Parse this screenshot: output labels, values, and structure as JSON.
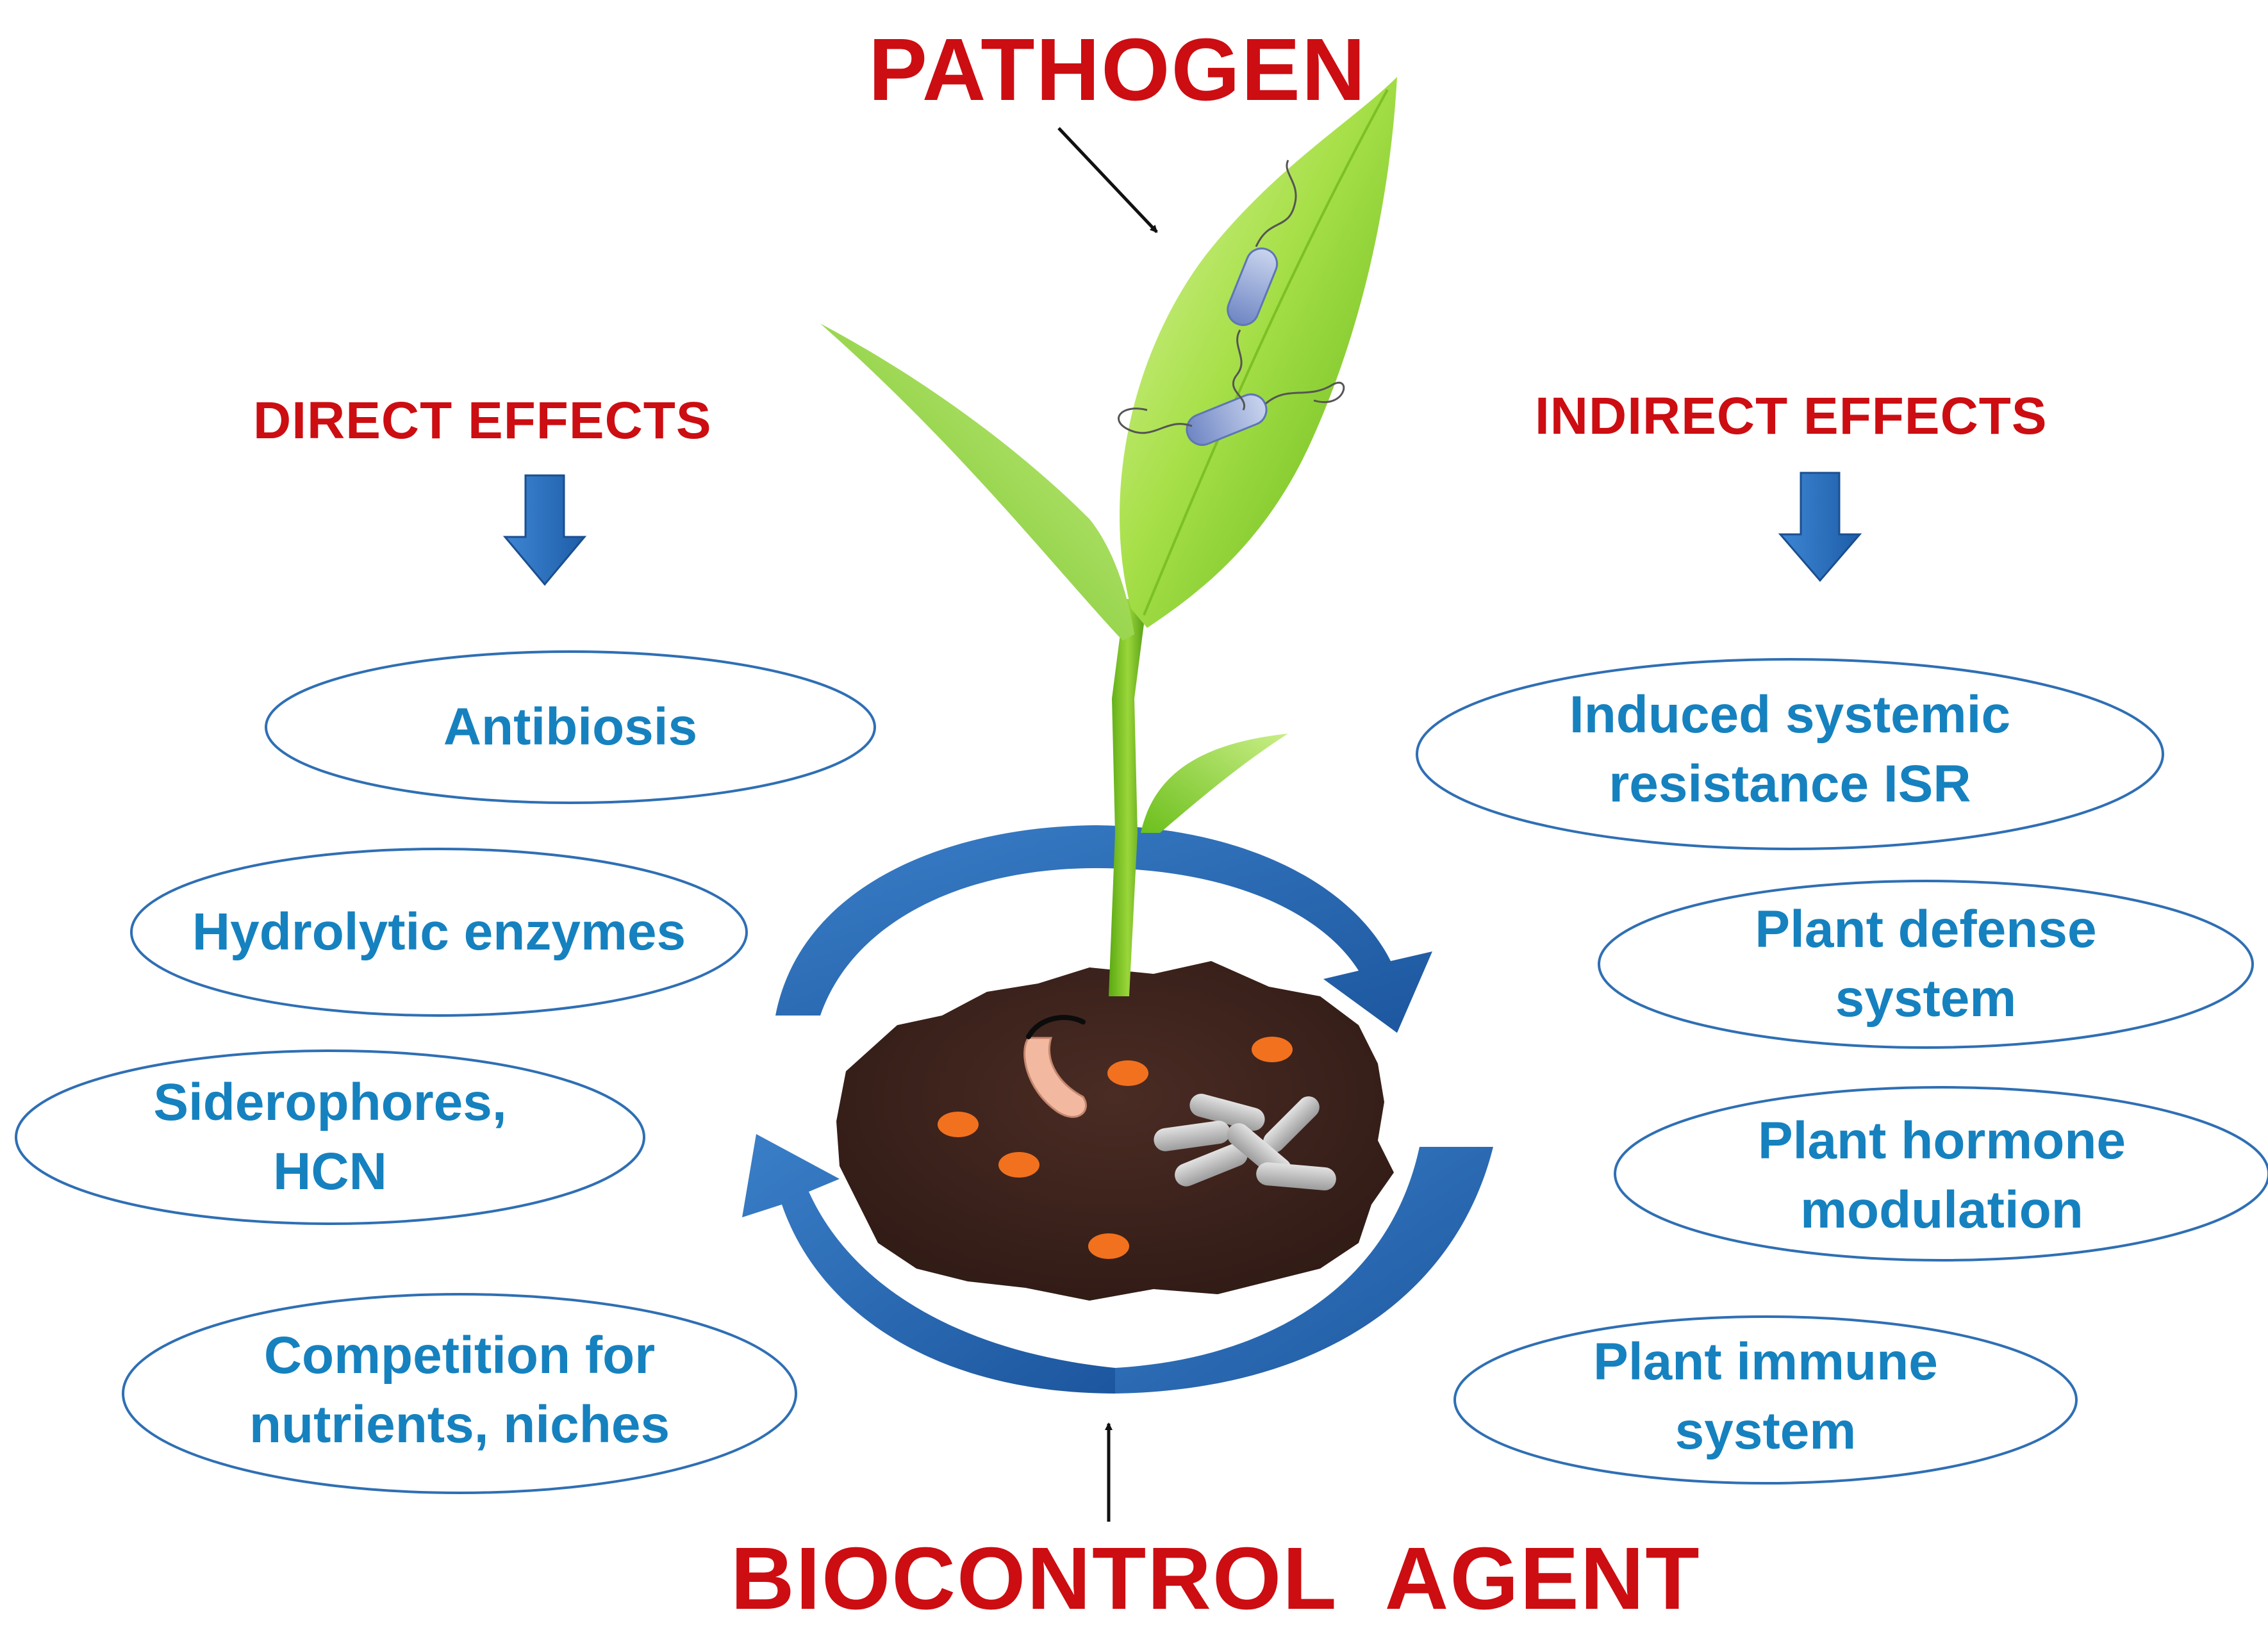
{
  "pathogen_label": "PATHOGEN",
  "biocontrol_label": "BIOCONTROL  AGENT",
  "direct": {
    "heading": "DIRECT EFFECTS",
    "items": [
      "Antibiosis",
      "Hydrolytic enzymes",
      "Siderophores,\nHCN",
      "Competition for\nnutrients, niches"
    ]
  },
  "indirect": {
    "heading": "INDIRECT EFFECTS",
    "items": [
      "Induced systemic\nresistance ISR",
      "Plant defense\nsystem",
      "Plant hormone\nmodulation",
      "Plant immune\nsystem"
    ]
  },
  "colors": {
    "title_red": "#cc0d12",
    "oval_text_blue": "#1681bf",
    "oval_outline": "#2f6fb4",
    "cycle_arrow": "#2565b0",
    "soil": "#3b221c",
    "leaf_green": "#8fd62a"
  }
}
